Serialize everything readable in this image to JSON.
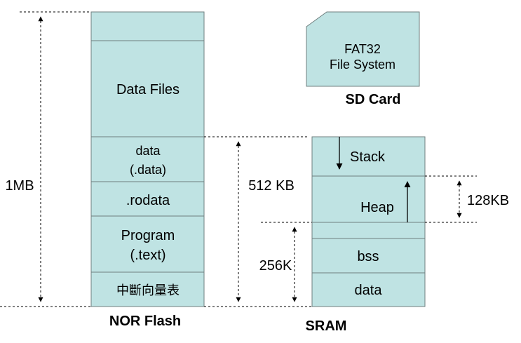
{
  "nor_flash": {
    "caption": "NOR Flash",
    "blocks": {
      "data_files": "Data Files",
      "data_line1": "data",
      "data_line2": "(.data)",
      "rodata": ".rodata",
      "program_line1": "Program",
      "program_line2": "(.text)",
      "vector_table": "中斷向量表"
    },
    "size_total": "1MB",
    "size_program": "512 KB"
  },
  "sd_card": {
    "caption": "SD Card",
    "line1": "FAT32",
    "line2": "File System"
  },
  "sram": {
    "caption": "SRAM",
    "blocks": {
      "stack": "Stack",
      "heap": "Heap",
      "bss": "bss",
      "data": "data"
    },
    "size_heap": "128KB",
    "size_lower": "256K"
  }
}
